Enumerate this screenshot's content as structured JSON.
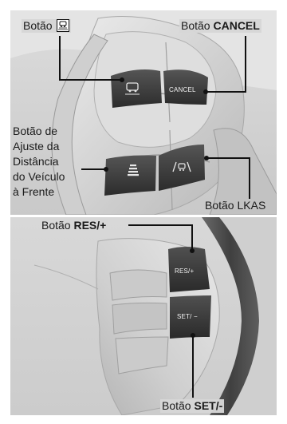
{
  "top_panel": {
    "callout_distance_icon": {
      "prefix": "Botão"
    },
    "callout_cancel": {
      "prefix": "Botão",
      "bold": "CANCEL"
    },
    "callout_distance_adjust": [
      "Botão de",
      "Ajuste da",
      "Distância",
      "do Veículo",
      "à Frente"
    ],
    "callout_lkas": {
      "text": "Botão LKAS"
    },
    "button_cancel_label": "CANCEL",
    "distance_icon_name": "vehicle-distance-icon",
    "lkas_icon_name": "lkas-icon",
    "distance_adjust_icon_name": "distance-bars-icon"
  },
  "bottom_panel": {
    "callout_res": {
      "prefix": "Botão",
      "bold": "RES/+"
    },
    "callout_set": {
      "prefix": "Botão",
      "bold": "SET/-"
    },
    "button_res_label": "RES/+",
    "button_set_label": "SET/ −"
  },
  "colors": {
    "panel_background": "#d6d6d6",
    "button_dark": "#3a3a3a",
    "leader_line": "#111111"
  }
}
